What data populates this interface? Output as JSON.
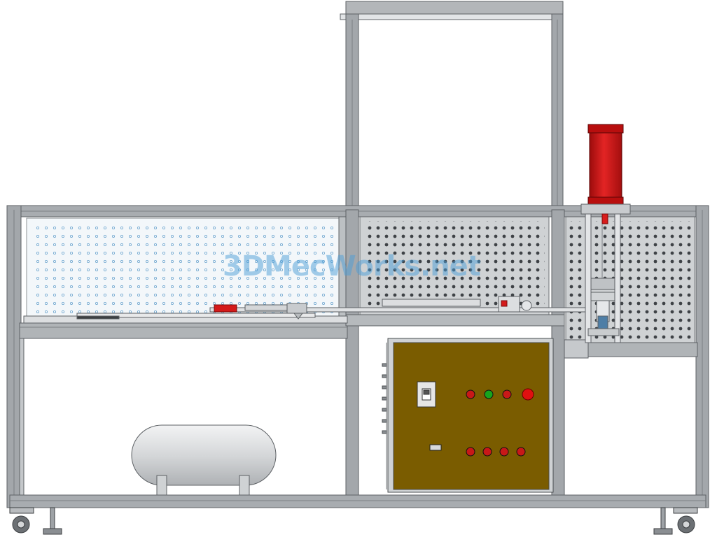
{
  "watermark": "3DMecWorks.net",
  "colors": {
    "frame": "#9ea2a6",
    "frame_dark": "#5c6064",
    "panel": "#d3d5d7",
    "pegboard_light": "#eef3f7",
    "hole_blue": "#6ea6cf",
    "cylinder_red": "#d21414",
    "control_box": "#7a5c00",
    "control_box_frame": "#cfd2d4",
    "tank": "#d5d7d9",
    "watermark": "#4d9fd8",
    "lamp_red": "#c81818",
    "lamp_green": "#17a41d",
    "estop_red": "#e01010",
    "switch_body": "#e6e6e6"
  },
  "objects": [
    {
      "name": "aluminium-frame",
      "kind": "structure"
    },
    {
      "name": "upper-gantry",
      "kind": "structure"
    },
    {
      "name": "pegboard-left",
      "kind": "panel"
    },
    {
      "name": "pegboard-middle",
      "kind": "panel"
    },
    {
      "name": "pegboard-right",
      "kind": "panel"
    },
    {
      "name": "linear-slide-rail",
      "kind": "mechanism"
    },
    {
      "name": "pneumatic-cylinder",
      "kind": "actuator"
    },
    {
      "name": "press-guide-assembly",
      "kind": "mechanism"
    },
    {
      "name": "air-tank",
      "kind": "vessel"
    },
    {
      "name": "control-cabinet",
      "kind": "enclosure"
    },
    {
      "name": "casters",
      "kind": "wheels"
    }
  ],
  "icons": [
    "caster-wheel-icon",
    "leveling-foot-icon",
    "indicator-lamp-icon",
    "emergency-stop-icon",
    "rocker-switch-icon",
    "selector-knob-icon"
  ]
}
